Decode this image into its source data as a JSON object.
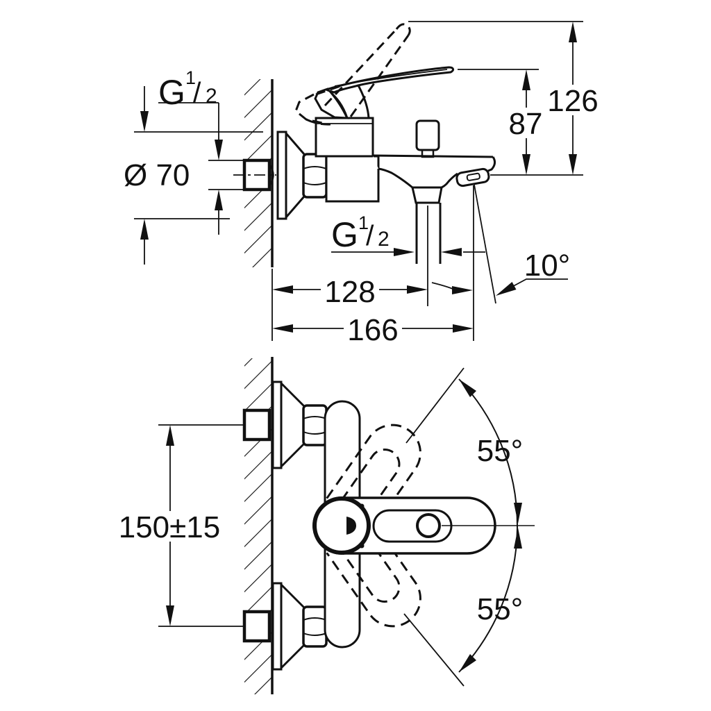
{
  "drawing": {
    "background": "#ffffff",
    "line_color": "#111111",
    "labels": {
      "inlet_thread": {
        "letter": "G",
        "numerator": "1",
        "slash": "/",
        "denominator": "2"
      },
      "escutcheon_diameter": "Ø 70",
      "handle_height": "87",
      "max_height": "126",
      "outlet_thread": {
        "letter": "G",
        "numerator": "1",
        "slash": "/",
        "denominator": "2"
      },
      "spout_projection": "128",
      "max_projection": "166",
      "spout_angle": "10°",
      "connection_spacing": "150±15",
      "handle_swing_up": "55°",
      "handle_swing_down": "55°"
    }
  }
}
